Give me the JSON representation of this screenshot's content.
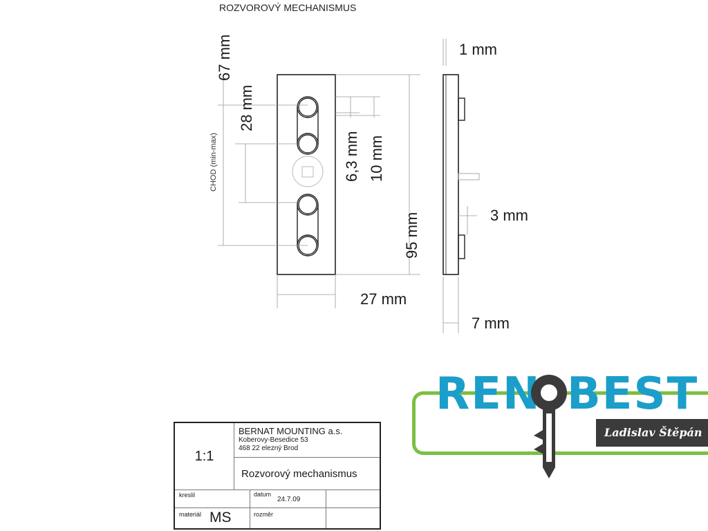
{
  "drawing": {
    "title": "ROZVOROVÝ MECHANISMUS",
    "stroke_label": "CHOD (min-max)",
    "dimensions": {
      "overall_height_top": "67 mm",
      "pitch": "28 mm",
      "hole_diameter": "6,3 mm",
      "slot_width": "10 mm",
      "height": "95 mm",
      "width": "27 mm",
      "plate_thickness": "1 mm",
      "pin_size": "3 mm",
      "depth": "7 mm"
    }
  },
  "title_block": {
    "scale": "1:1",
    "company": "BERNAT MOUNTING a.s.",
    "address_line1": "Koberovy-Besedice 53",
    "address_line2": "468 22 elezný Brod",
    "part_name": "Rozvorový mechanismus",
    "drawn_label": "kreslil",
    "date_label": "datum",
    "date_value": "24.7.09",
    "material_label": "materiál",
    "material_value": "MS",
    "size_label": "rozměr"
  },
  "logo": {
    "word_left": "REN",
    "word_right": "BEST",
    "name": "Ladislav Štěpán",
    "colors": {
      "blue": "#1b9ec9",
      "green": "#7ac043",
      "dark": "#3b3b3b"
    }
  }
}
